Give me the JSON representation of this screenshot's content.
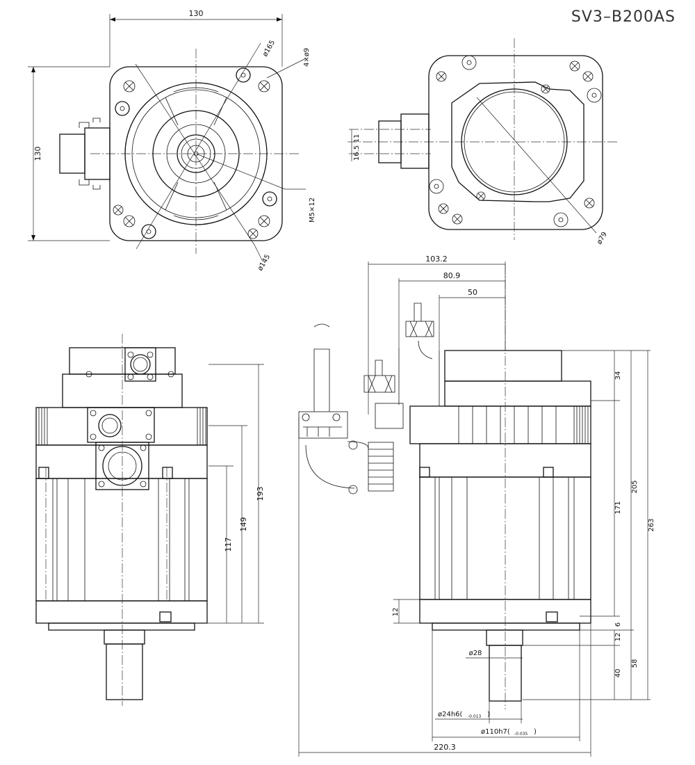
{
  "title": "SV3–B200AS",
  "front_view": {
    "width_dim": "130",
    "height_dim": "130",
    "bolt_circle": "ø165",
    "holes": "4×ø9",
    "thread": "M5×12",
    "pilot": "ø145"
  },
  "rear_view": {
    "dim_a": "11",
    "dim_b": "16.5",
    "diameter": "ø79"
  },
  "side_view": {
    "h193": "193",
    "h149": "149",
    "h117": "117"
  },
  "main_view": {
    "w103": "103.2",
    "w80": "80.9",
    "w50": "50",
    "h34": "34",
    "h205": "205",
    "h171": "171",
    "h263": "263",
    "h12": "12",
    "h6": "6",
    "h12b": "12",
    "h58": "58",
    "h40": "40",
    "shaft_dia": "ø28",
    "shaft_fit": "ø24h6(",
    "shaft_tol": "-0.013",
    "spigot_fit": "ø110h7(",
    "spigot_tol": "-0.035",
    "total_width": "220.3"
  }
}
